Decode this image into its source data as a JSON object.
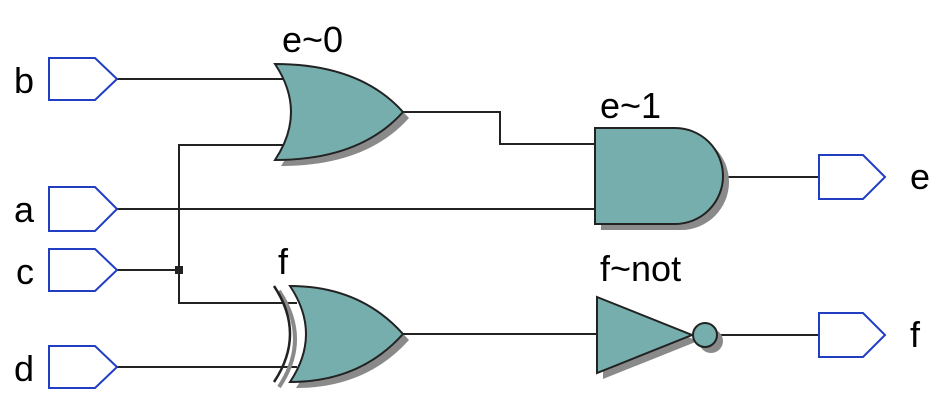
{
  "inputs": {
    "a": "a",
    "b": "b",
    "c": "c",
    "d": "d"
  },
  "outputs": {
    "e": "e",
    "f": "f"
  },
  "gates": {
    "or_e0": {
      "label": "e~0",
      "type": "OR"
    },
    "and_e1": {
      "label": "e~1",
      "type": "AND"
    },
    "xor_f": {
      "label": "f",
      "type": "XOR"
    },
    "not_f": {
      "label": "f~not",
      "type": "NOT"
    }
  },
  "colors": {
    "gate_fill": "#76aeae",
    "pin_stroke": "#1f3ec2",
    "wire": "#222222",
    "shadow": "#8a8a8a"
  }
}
